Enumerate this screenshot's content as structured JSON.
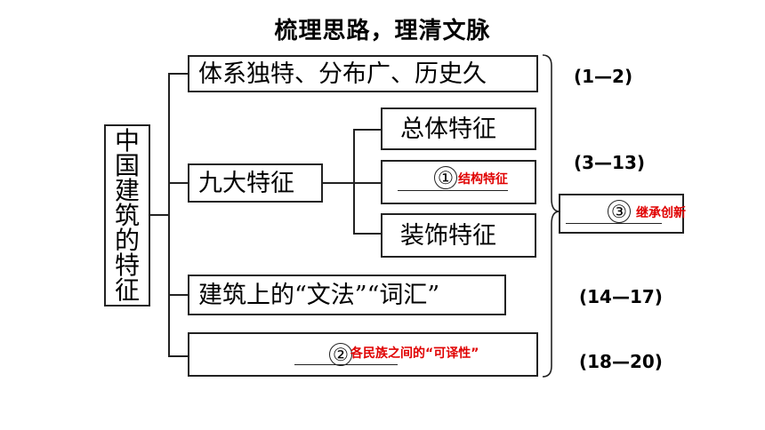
{
  "title": "梳理思路，理清文脉",
  "root": {
    "chars": [
      "中",
      "国",
      "建",
      "筑",
      "的",
      "特",
      "征"
    ]
  },
  "branches": {
    "b1": {
      "label": "体系独特、分布广、历史久",
      "range": "(1—2)"
    },
    "b2": {
      "label": "九大特征",
      "range": "(3—13)",
      "subs": {
        "s1": {
          "label": "总体特征"
        },
        "s2": {
          "number": "①",
          "answer": "结构特征"
        },
        "s3": {
          "label": "装饰特征"
        }
      }
    },
    "b3": {
      "label": "建筑上的“文法”“词汇”",
      "range": "(14—17)"
    },
    "b4": {
      "number": "②",
      "answer": "各民族之间的“可译性”",
      "range": "(18—20)"
    }
  },
  "brace_box": {
    "number": "③",
    "answer": "继承创新"
  }
}
